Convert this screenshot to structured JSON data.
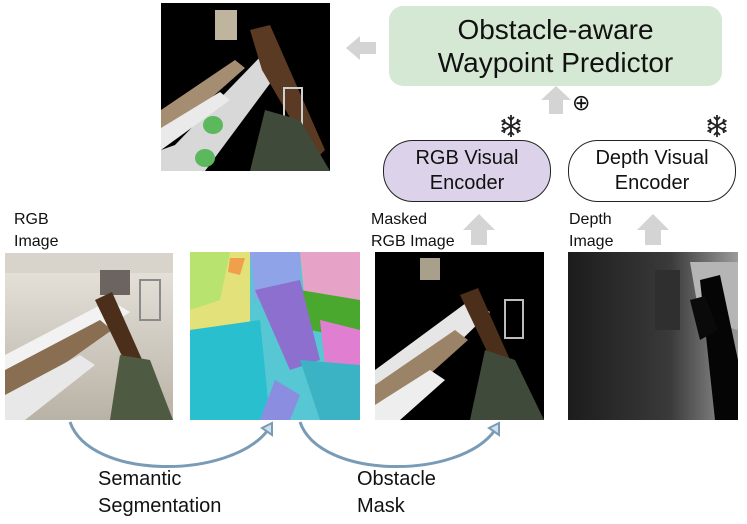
{
  "predictor": {
    "line1": "Obstacle-aware",
    "line2": "Waypoint Predictor"
  },
  "rgb_encoder": {
    "line1": "RGB Visual",
    "line2": "Encoder"
  },
  "depth_encoder": {
    "line1": "Depth Visual",
    "line2": "Encoder"
  },
  "combine_symbol": "⊕",
  "labels": {
    "rgb_image": [
      "RGB",
      "Image"
    ],
    "masked_rgb_image": [
      "Masked",
      "RGB Image"
    ],
    "depth_image": [
      "Depth",
      "Image"
    ],
    "semantic_segmentation": [
      "Semantic",
      "Segmentation"
    ],
    "obstacle_mask": [
      "Obstacle",
      "Mask"
    ]
  },
  "colors": {
    "predictor_fill": "#d5e8d4",
    "rgb_encoder_fill": "#dcd3ea",
    "arrow_gray": "#d4d4d4",
    "waypoint_green": "#5cb85c"
  }
}
